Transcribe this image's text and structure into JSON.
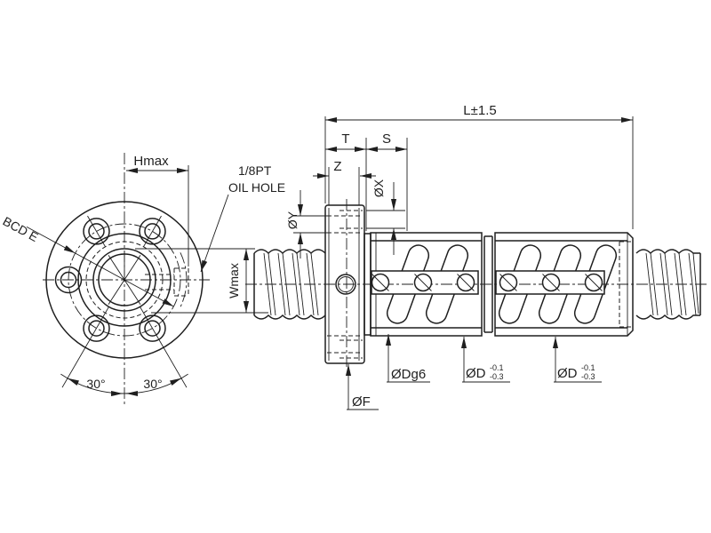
{
  "colors": {
    "line": "#1f1f1f",
    "background": "#ffffff"
  },
  "labels": {
    "overall_length": "L±1.5",
    "flange_thickness": "T",
    "s_dim": "S",
    "z_dim": "Z",
    "oil_hole_x": "ØX",
    "oil_hole_y": "ØY",
    "h_max": "Hmax",
    "w_max": "Wmax",
    "bolt_circle": "BCD E",
    "oil_spec": "1/8PT",
    "oil_hole": "OIL HOLE",
    "angle_left": "30°",
    "angle_right": "30°",
    "flange_dia": "ØF",
    "nut_dia": "ØDg6",
    "od1": {
      "main": "ØD",
      "sup": "-0.1",
      "sub": "-0.3"
    },
    "od2": {
      "main": "ØD",
      "sup": "-0.1",
      "sub": "-0.3"
    }
  }
}
